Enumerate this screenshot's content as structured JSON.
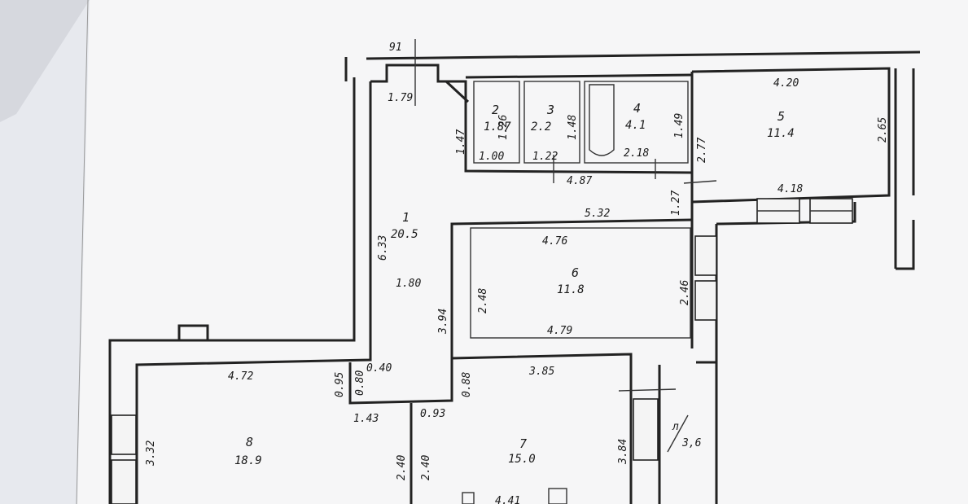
{
  "sheet_label": "91",
  "stair_label": "л",
  "stair_area": "3,6",
  "rooms": [
    {
      "id": "1",
      "area": "20.5"
    },
    {
      "id": "2",
      "area": "1.87"
    },
    {
      "id": "3",
      "area": "2.2"
    },
    {
      "id": "4",
      "area": "4.1"
    },
    {
      "id": "5",
      "area": "11.4"
    },
    {
      "id": "6",
      "area": "11.8"
    },
    {
      "id": "7",
      "area": "15.0"
    },
    {
      "id": "8",
      "area": "18.9"
    }
  ],
  "dimensions": [
    "1.79",
    "1.47",
    "1.26",
    "1.00",
    "1.22",
    "1.48",
    "1.49",
    "2.18",
    "2.77",
    "4.20",
    "2.65",
    "4.18",
    "4.87",
    "1.27",
    "5.32",
    "6.33",
    "1.80",
    "4.76",
    "2.48",
    "2.46",
    "4.79",
    "3.94",
    "4.72",
    "0.40",
    "0.95",
    "0.80",
    "1.43",
    "0.93",
    "0.88",
    "3.85",
    "3.32",
    "2.40",
    "2.40",
    "3.84",
    "4.41"
  ]
}
